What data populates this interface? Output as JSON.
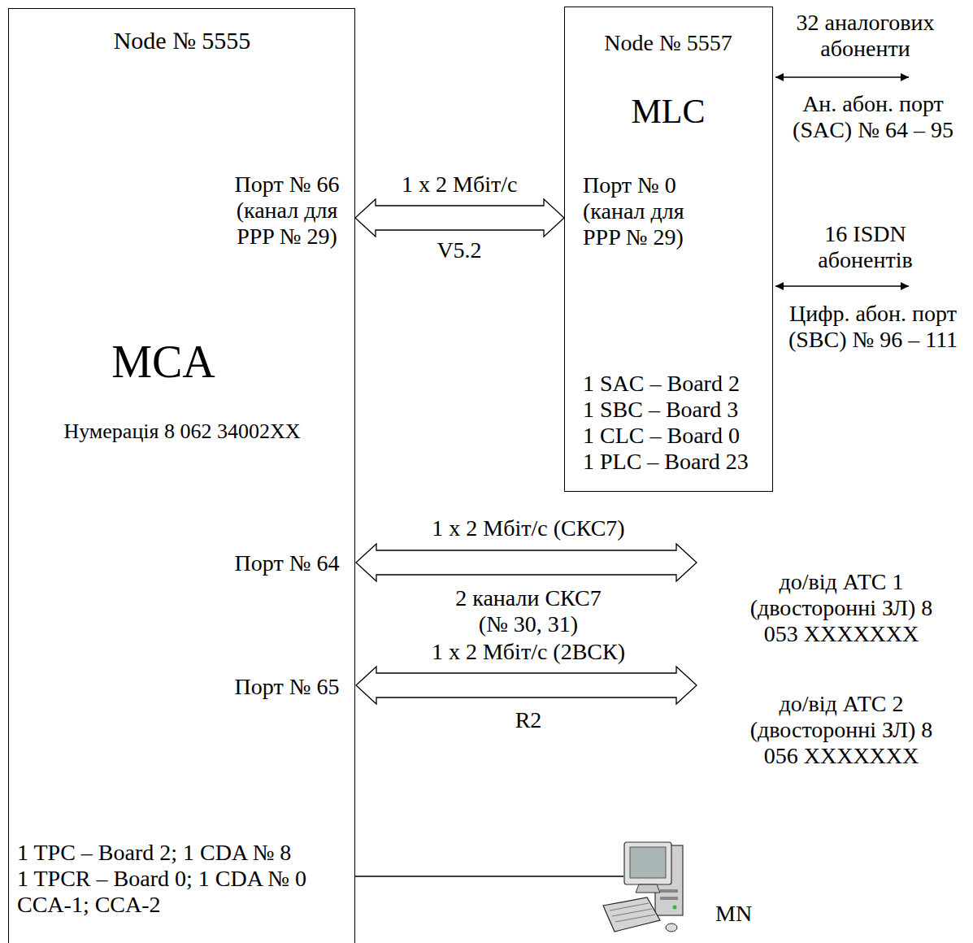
{
  "diagram": {
    "nodes": [
      {
        "text": [
          "Node № 5555",
          "Порт № 66 (канал для PPP № 29)",
          "MCA",
          "Нумерація 8 062 34002XX",
          "Порт № 64",
          "Порт № 65",
          "1 TPC – Board 2; 1 CDA № 8",
          "1 TPCR – Board 0; 1 CDA № 0",
          "CCA-1; CCA-2"
        ]
      },
      {
        "text": [
          "Node № 5557",
          "MLC",
          "Порт № 0 (канал для PPP № 29)",
          "1 SAC – Board 2",
          "1 SBC – Board 3",
          "1 CLC – Board 0",
          "1 PLC – Board 23"
        ]
      }
    ],
    "edges": [
      {
        "from": 0,
        "to": 1,
        "arrow": "both",
        "label": "1 x 2 Мбіт/с"
      }
    ],
    "labels": [
      "32 аналогових абоненти",
      "Ан. абон. порт (SAC) № 64 – 95",
      "V5.2",
      "16 ISDN абонентів",
      "Цифр. абон. порт (SBC) № 96 – 111",
      "1 x 2 Мбіт/с (СКС7)",
      "2 канали СКС7 (№ 30, 31)",
      "до/від АТС 1 (двосторонні ЗЛ) 8 053 XXXXXXX",
      "1 x 2 Мбіт/с (2ВСК)",
      "R2",
      "до/від АТС 2 (двосторонні ЗЛ) 8 056 XXXXXXX",
      "MN"
    ]
  }
}
